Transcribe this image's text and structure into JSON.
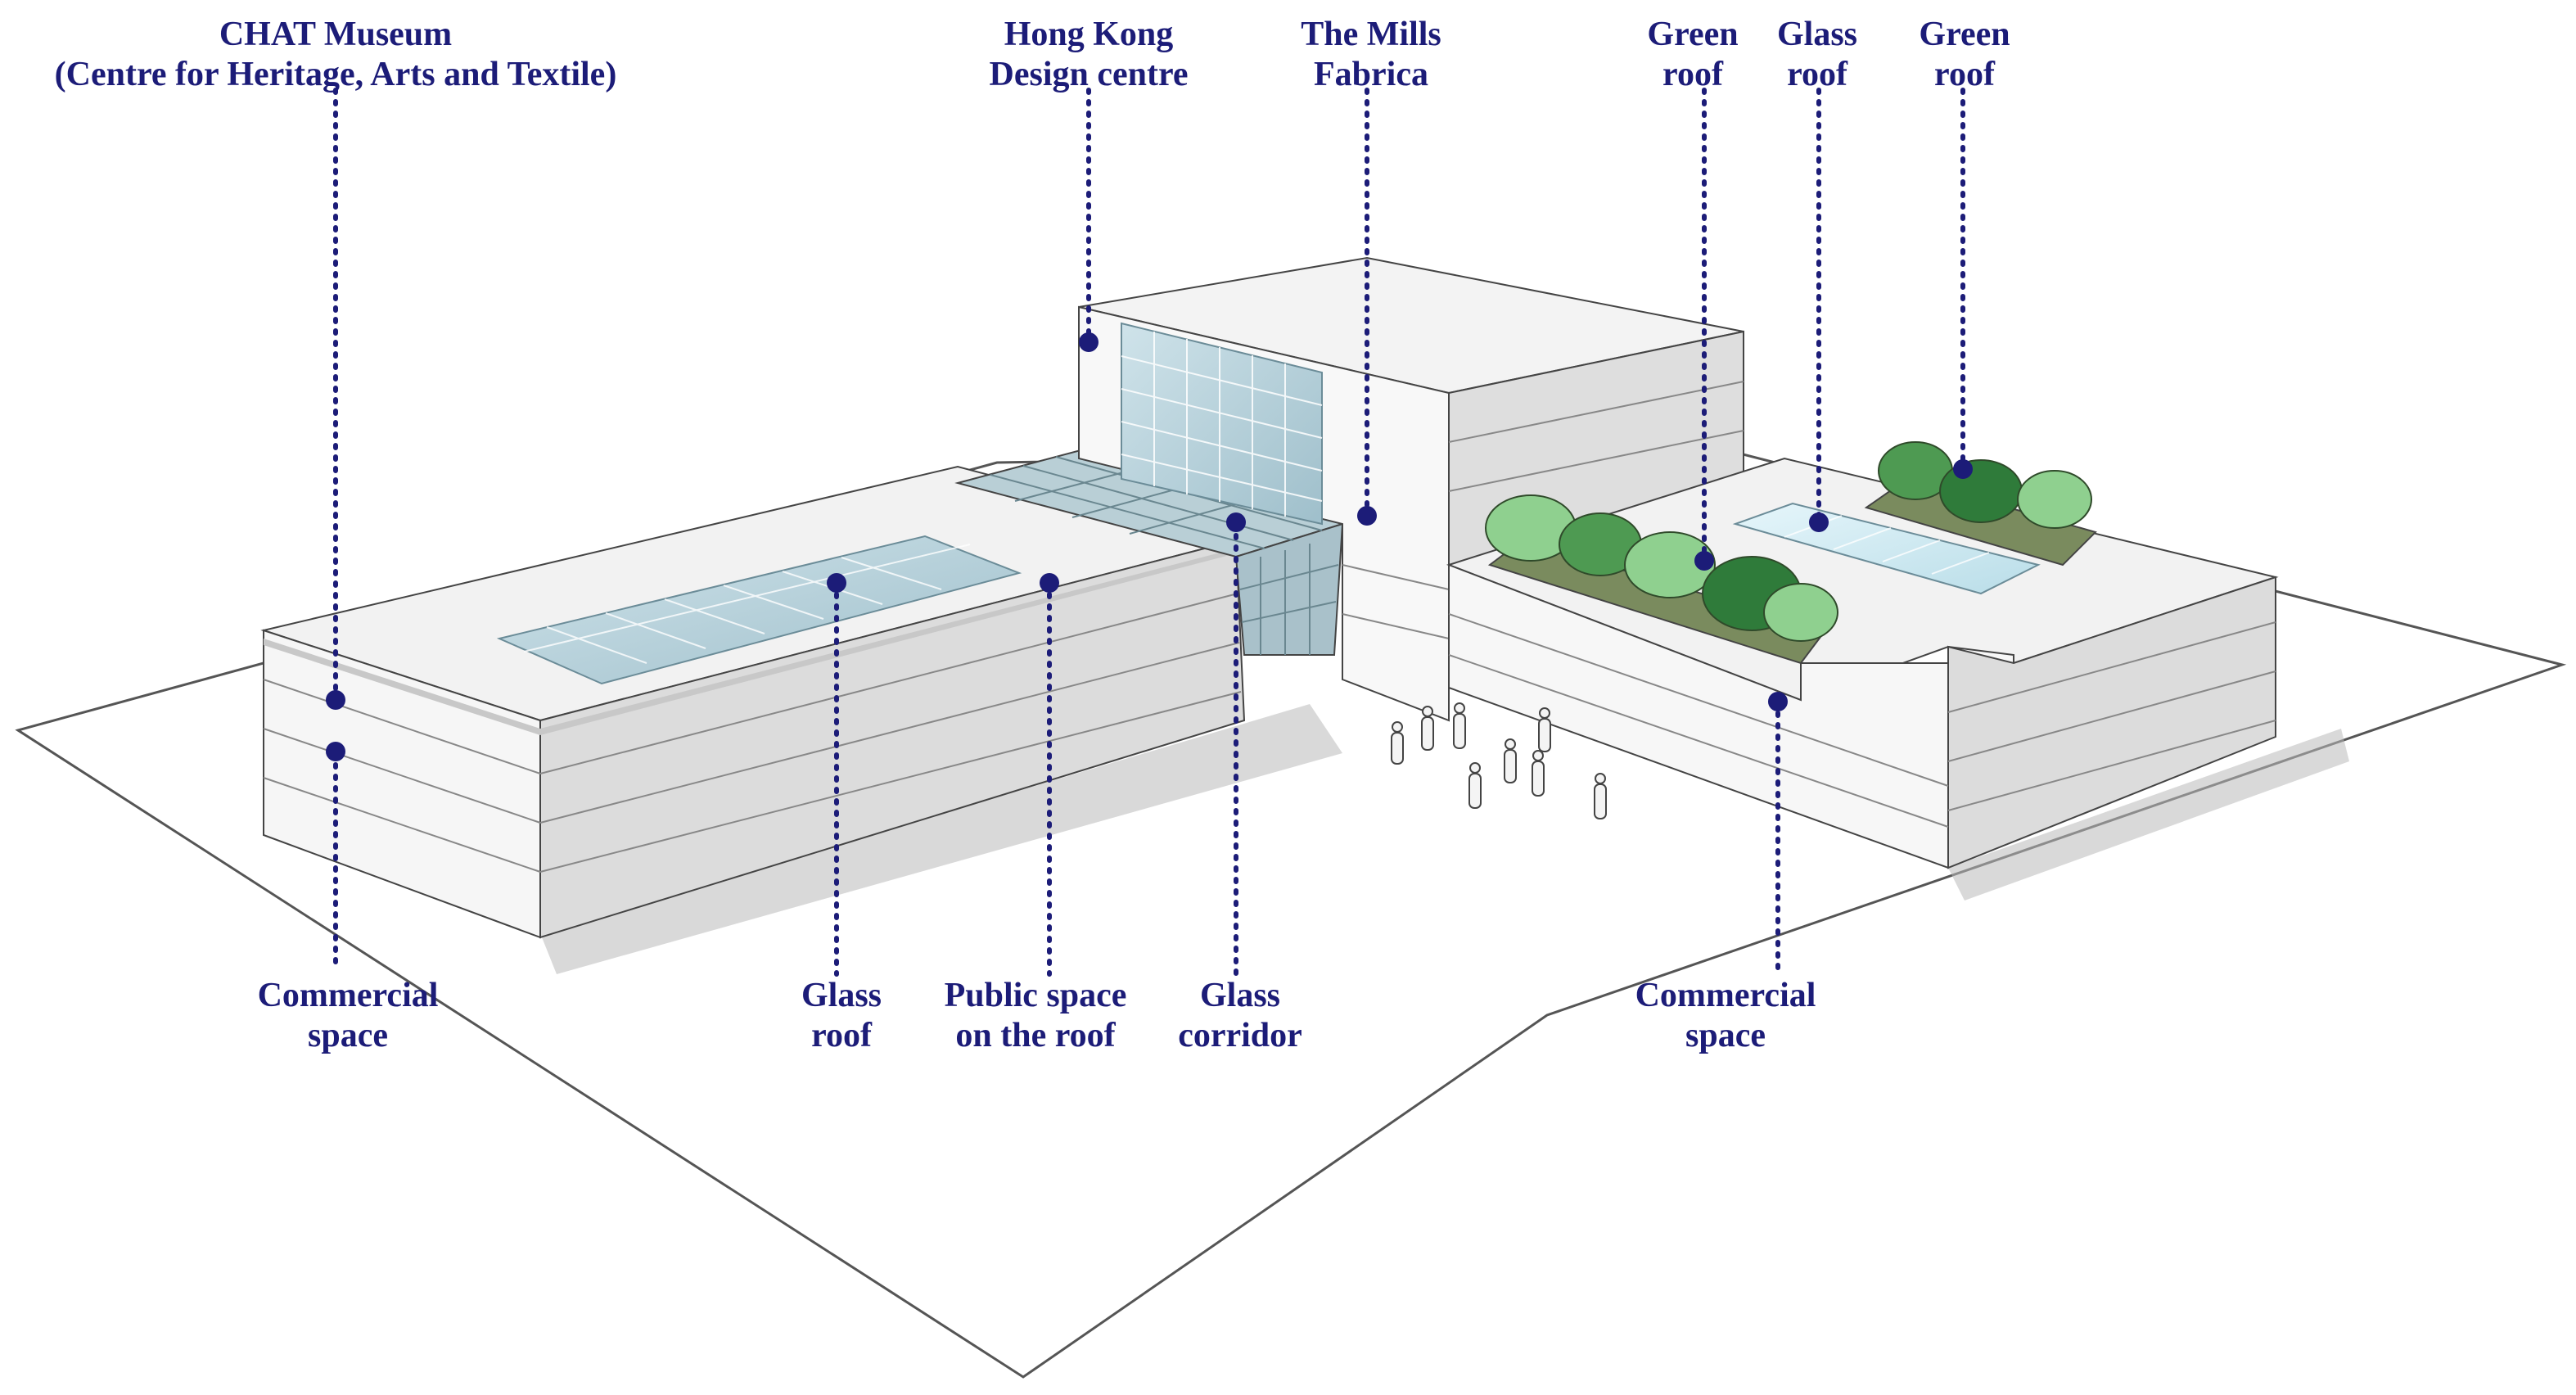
{
  "accent_color": "#1c1c78",
  "labels": {
    "chat_museum": [
      "CHAT Museum",
      "(Centre for Heritage, Arts and Textile)"
    ],
    "hk_design_centre": [
      "Hong Kong",
      "Design centre"
    ],
    "mills_fabrica": [
      "The Mills",
      "Fabrica"
    ],
    "green_roof_1": [
      "Green",
      "roof"
    ],
    "glass_roof_top": [
      "Glass",
      "roof"
    ],
    "green_roof_2": [
      "Green",
      "roof"
    ],
    "commercial_space_left": [
      "Commercial",
      "space"
    ],
    "glass_roof_bottom": [
      "Glass",
      "roof"
    ],
    "public_space": [
      "Public space",
      "on the roof"
    ],
    "glass_corridor": [
      "Glass",
      "corridor"
    ],
    "commercial_space_right": [
      "Commercial",
      "space"
    ]
  }
}
